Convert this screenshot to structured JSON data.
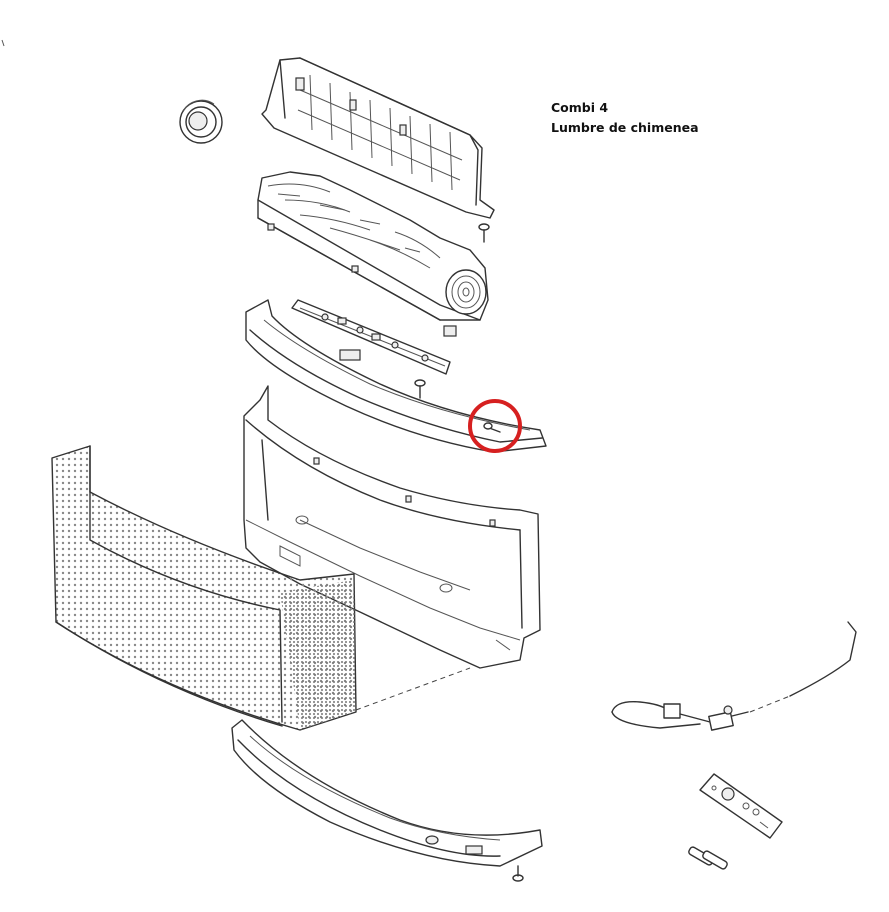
{
  "title": {
    "line1": "Combi 4",
    "line2": "Lumbre de chimenea"
  },
  "highlight": {
    "color": "#d62020",
    "part": "front-trim-screw"
  },
  "colors": {
    "line": "#333333",
    "background": "#ffffff"
  }
}
